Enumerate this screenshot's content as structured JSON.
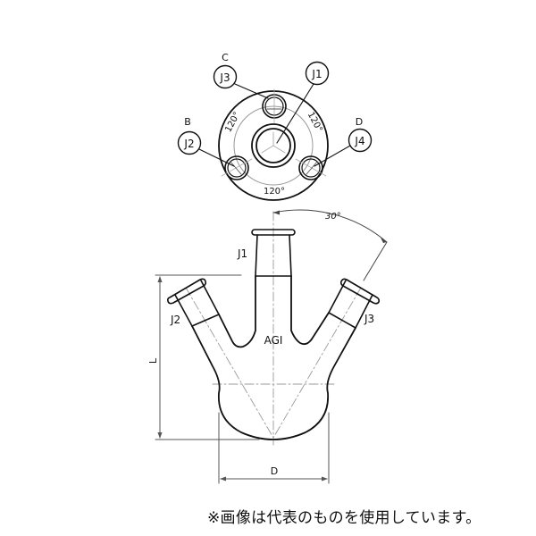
{
  "top_view": {
    "callouts": [
      {
        "id": "J1",
        "letter": ""
      },
      {
        "id": "J2",
        "letter": "B"
      },
      {
        "id": "J3",
        "letter": "C"
      },
      {
        "id": "J4",
        "letter": "D"
      }
    ],
    "angles": [
      "120°",
      "120°",
      "120°"
    ]
  },
  "side_view": {
    "joint_labels": {
      "center": "J1",
      "left": "J2",
      "right": "J3"
    },
    "angle_label": "30°",
    "brand": "AGI",
    "dimension_height": "L",
    "dimension_diameter": "D"
  },
  "note": "※画像は代表のものを使用しています。",
  "colors": {
    "line": "#111111",
    "center_line": "#9a9a9a",
    "dimension": "#555555",
    "background": "#ffffff"
  }
}
